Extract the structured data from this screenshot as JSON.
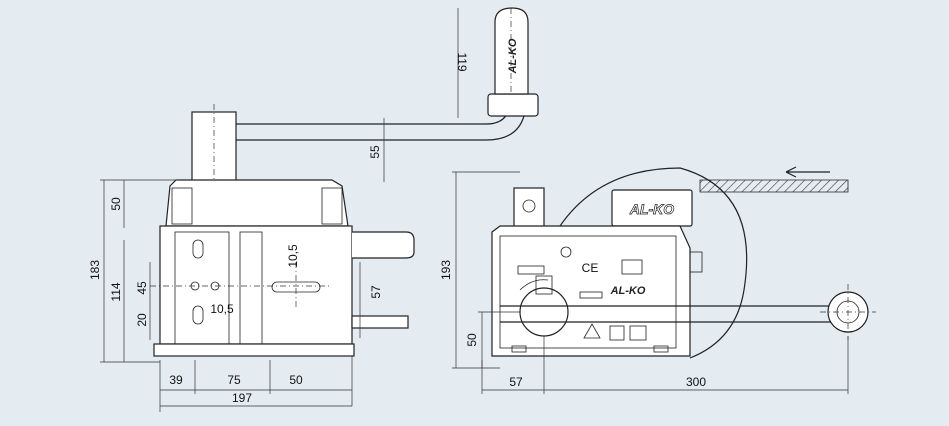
{
  "brand": "AL-KO",
  "ce_mark": "CE",
  "dimensions": {
    "handle_length": "119",
    "crank_offset": "55",
    "top_block": "50",
    "total_height_left": "183",
    "mount_height": "114",
    "hole_spacing_v": "45",
    "bottom_offset": "20",
    "slot_width_a": "10,5",
    "slot_width_b": "10,5",
    "flange_height": "57",
    "base_39": "39",
    "base_75": "75",
    "base_50": "50",
    "total_width": "197",
    "total_height_right": "193",
    "drum_offset": "50",
    "side_57": "57",
    "crank_length": "300"
  },
  "icons": [
    "arrow-left-icon",
    "warning-icon",
    "manual-icon",
    "ce-mark-icon"
  ]
}
